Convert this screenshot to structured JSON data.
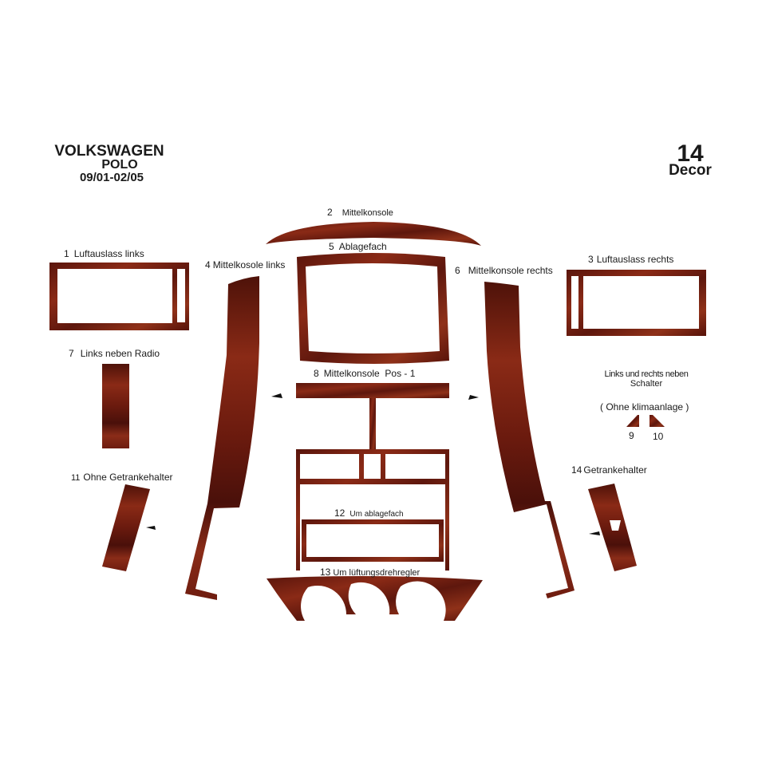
{
  "header": {
    "make": "VOLKSWAGEN",
    "model": "POLO",
    "years": "09/01-02/05",
    "piece_count": "14",
    "kit_type": "Decor"
  },
  "colors": {
    "wood_base": "#7a1e10",
    "wood_dark": "#4a100a",
    "wood_light": "#9b3a22",
    "background": "#ffffff",
    "text": "#1a1a1a"
  },
  "parts": [
    {
      "num": "1",
      "name": "Luftauslass links"
    },
    {
      "num": "2",
      "name": "Mittelkonsole"
    },
    {
      "num": "3",
      "name": "Luftauslass rechts"
    },
    {
      "num": "4",
      "name": "Mittelkosole links"
    },
    {
      "num": "5",
      "name": "Ablagefach"
    },
    {
      "num": "6",
      "name": "Mittelkonsole rechts"
    },
    {
      "num": "7",
      "name": "Links neben Radio"
    },
    {
      "num": "8",
      "name": "Mittelkonsole  Pos - 1"
    },
    {
      "num": "11",
      "name": "Ohne Getrankehalter"
    },
    {
      "num": "12",
      "name": "Um ablagefach"
    },
    {
      "num": "13",
      "name": "Um lüftungsdrehregler"
    },
    {
      "num": "14",
      "name": "Getrankehalter"
    }
  ],
  "switch_note": {
    "line1": "Links und rechts neben",
    "line2": "Schalter",
    "line3": "( Ohne klimaanlage )",
    "left_num": "9",
    "right_num": "10"
  }
}
